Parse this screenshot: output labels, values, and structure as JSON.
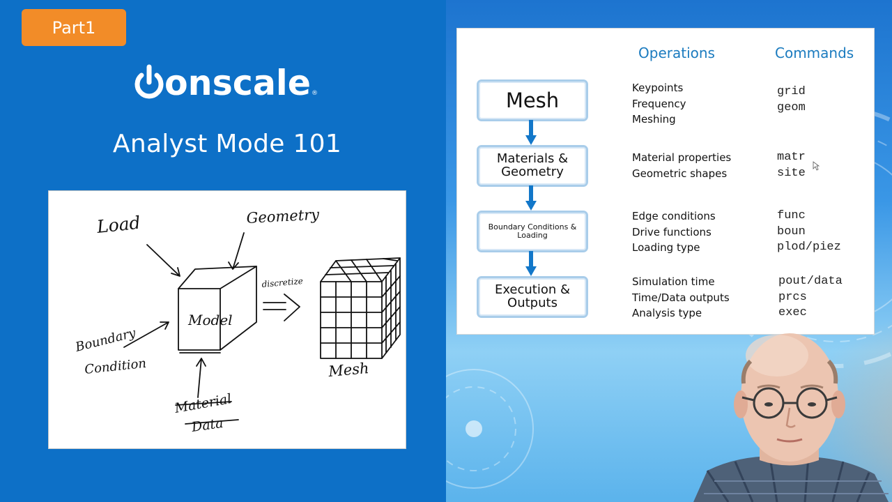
{
  "badge": {
    "label": "Part1",
    "color": "#f28c28"
  },
  "logo": {
    "text": "onscale",
    "icon": "power-icon"
  },
  "subtitle": "Analyst Mode 101",
  "whiteboard": {
    "labels": {
      "load": "Load",
      "geometry": "Geometry",
      "model": "Model",
      "discretize": "discretize",
      "boundary_line1": "Boundary",
      "boundary_line2": "Condition",
      "material_line1": "Material",
      "material_line2": "Data",
      "mesh": "Mesh"
    }
  },
  "slide": {
    "headers": {
      "operations": "Operations",
      "commands": "Commands"
    },
    "accent_color": "#1b7bbf",
    "steps": [
      {
        "label": "Mesh",
        "operations": [
          "Keypoints",
          "Frequency",
          "Meshing"
        ],
        "commands": [
          "grid",
          "geom"
        ]
      },
      {
        "label": "Materials &\nGeometry",
        "operations": [
          "Material properties",
          "Geometric shapes"
        ],
        "commands": [
          "matr",
          "site"
        ]
      },
      {
        "label": "Boundary Conditions &\nLoading",
        "operations": [
          "Edge conditions",
          "Drive functions",
          "Loading type"
        ],
        "commands": [
          "func",
          "boun",
          "plod/piez"
        ]
      },
      {
        "label": "Execution &\nOutputs",
        "operations": [
          "Simulation time",
          "Time/Data outputs",
          "Analysis type"
        ],
        "commands": [
          "pout/data",
          "prcs",
          "exec"
        ]
      }
    ]
  }
}
